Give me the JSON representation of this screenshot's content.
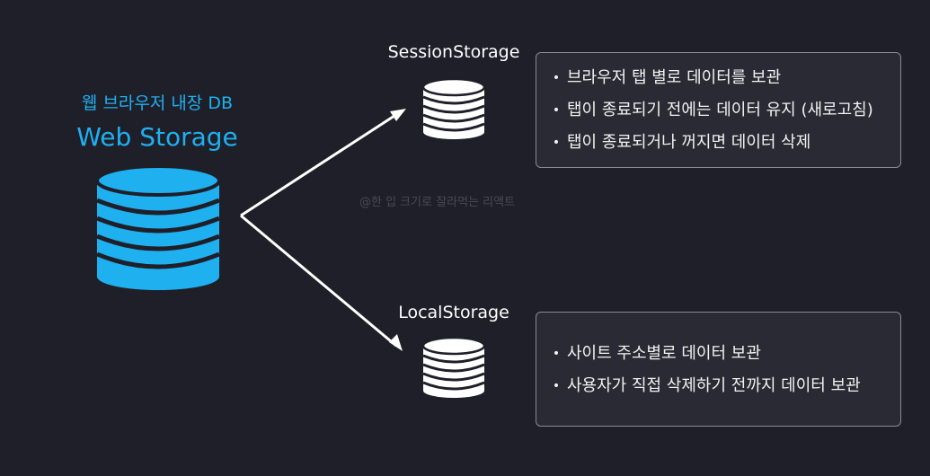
{
  "main": {
    "subtitle": "웹 브라우저 내장 DB",
    "title": "Web Storage"
  },
  "session": {
    "label": "SessionStorage",
    "items": [
      "브라우저 탭 별로 데이터를 보관",
      "탭이 종료되기 전에는 데이터 유지 (새로고침)",
      "탭이 종료되거나 꺼지면 데이터 삭제"
    ]
  },
  "local": {
    "label": "LocalStorage",
    "items": [
      "사이트 주소별로 데이터 보관",
      "사용자가 직접 삭제하기 전까지 데이터 보관"
    ]
  },
  "watermark": "@한 입 크기로 잘라먹는 리액트",
  "bullet_char": "•",
  "colors": {
    "background": "#1f1f29",
    "accent": "#1fb0f0",
    "db_small": "#ffffff",
    "text": "#ffffff",
    "box_border": "#8a8a96"
  },
  "icons": [
    "database-icon",
    "arrow-icon"
  ]
}
